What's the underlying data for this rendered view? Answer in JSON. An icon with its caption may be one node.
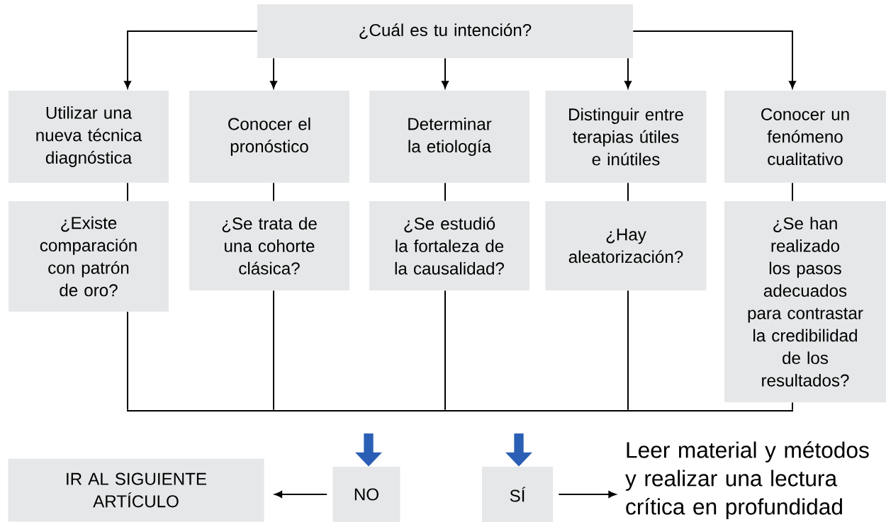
{
  "diagram": {
    "nodes": [
      {
        "text": [
          "¿Cuál es tu intención?"
        ]
      },
      {
        "text": [
          "Utilizar una nueva técnica diagnóstica"
        ]
      },
      {
        "text": [
          "Conocer el pronóstico"
        ]
      },
      {
        "text": [
          "Determinar la etiología"
        ]
      },
      {
        "text": [
          "Distinguir entre terapias útiles e inútiles"
        ]
      },
      {
        "text": [
          "Conocer un fenómeno cualitativo"
        ]
      },
      {
        "text": [
          "¿Existe comparación con patrón de oro?"
        ]
      },
      {
        "text": [
          "¿Se trata de una cohorte clásica?"
        ]
      },
      {
        "text": [
          "¿Se estudió la fortaleza de la causalidad?"
        ]
      },
      {
        "text": [
          "¿Hay aleatorización?"
        ]
      },
      {
        "text": [
          "¿Se han realizado los pasos adecuados para contrastar la credibilidad de los resultados?"
        ]
      },
      {
        "text": [
          "IR AL SIGUIENTE ARTÍCULO"
        ]
      },
      {
        "text": [
          "NO"
        ]
      },
      {
        "text": [
          "SÍ"
        ]
      },
      {
        "text": [
          "Leer material y métodos y realizar una lectura crítica en profundidad"
        ]
      },
      {
        "text": [],
        "shape": "bar"
      }
    ],
    "edges": [
      {
        "from": 0,
        "to": 1,
        "arrow": "to"
      },
      {
        "from": 0,
        "to": 2,
        "arrow": "to"
      },
      {
        "from": 0,
        "to": 3,
        "arrow": "to"
      },
      {
        "from": 0,
        "to": 4,
        "arrow": "to"
      },
      {
        "from": 0,
        "to": 5,
        "arrow": "to"
      },
      {
        "from": 1,
        "to": 6,
        "arrow": "none"
      },
      {
        "from": 2,
        "to": 7,
        "arrow": "none"
      },
      {
        "from": 3,
        "to": 8,
        "arrow": "none"
      },
      {
        "from": 4,
        "to": 9,
        "arrow": "none"
      },
      {
        "from": 5,
        "to": 10,
        "arrow": "none"
      },
      {
        "from": 6,
        "to": 15,
        "arrow": "none"
      },
      {
        "from": 7,
        "to": 15,
        "arrow": "none"
      },
      {
        "from": 8,
        "to": 15,
        "arrow": "none"
      },
      {
        "from": 9,
        "to": 15,
        "arrow": "none"
      },
      {
        "from": 10,
        "to": 15,
        "arrow": "none"
      },
      {
        "from": 15,
        "to": 12,
        "arrow": "to",
        "style": "thick",
        "color": "#2b5fb5"
      },
      {
        "from": 15,
        "to": 13,
        "arrow": "to",
        "style": "thick",
        "color": "#2b5fb5"
      },
      {
        "from": 12,
        "to": 11,
        "arrow": "to"
      },
      {
        "from": 13,
        "to": 14,
        "arrow": "to"
      }
    ]
  }
}
